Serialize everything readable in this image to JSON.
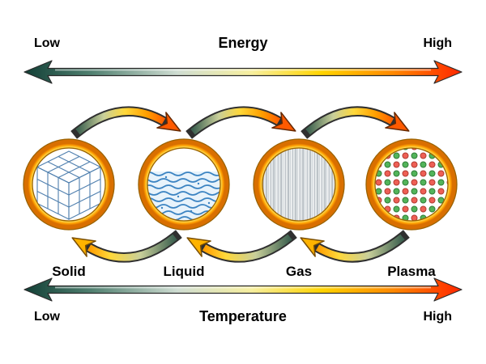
{
  "energy_axis": {
    "low_label": "Low",
    "axis_label": "Energy",
    "high_label": "High"
  },
  "temperature_axis": {
    "low_label": "Low",
    "axis_label": "Temperature",
    "high_label": "High"
  },
  "states": [
    {
      "label": "Solid",
      "illustration": "ice-cube-lattice-icon"
    },
    {
      "label": "Liquid",
      "illustration": "water-waves-icon"
    },
    {
      "label": "Gas",
      "illustration": "vertical-streaks-icon"
    },
    {
      "label": "Plasma",
      "illustration": "ion-dot-grid-icon"
    }
  ],
  "colors": {
    "axis_cold": "#123f36",
    "axis_hot": "#ff2600",
    "axis_mid_yellow": "#ffd400",
    "ring_gold": "#ffd84a",
    "ring_orange": "#e07800",
    "solid_blue": "#c3dcf2",
    "liquid_blue": "#3c84c2",
    "gas_gray": "#aab3ba",
    "plasma_red": "#ee5f55",
    "plasma_green": "#52b45a"
  }
}
